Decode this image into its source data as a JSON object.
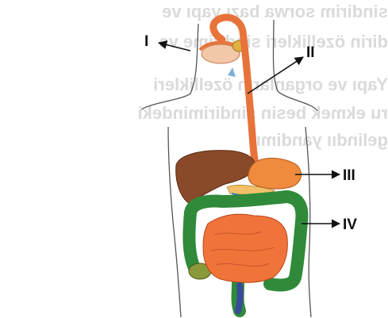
{
  "labels": {
    "stomach_or_mouth": "I",
    "esophagus": "II",
    "stomach": "III",
    "intestine": "IV"
  },
  "mirrored_background_text": [
    "sindirim sorwa bazı yapı ve",
    "dirin özellikleri sindirime ve",
    "Yapı ve organların özellikleri",
    "ru ekmek besin sindirimindeki",
    "gelindıı yandimı"
  ],
  "colors": {
    "esophagus": "#e8733a",
    "liver": "#8a4a2a",
    "stomach": "#f08a3c",
    "small_intestine": "#f0743a",
    "large_intestine": "#2f8a3a",
    "body_outline": "#555555",
    "arrow": "#111111"
  }
}
